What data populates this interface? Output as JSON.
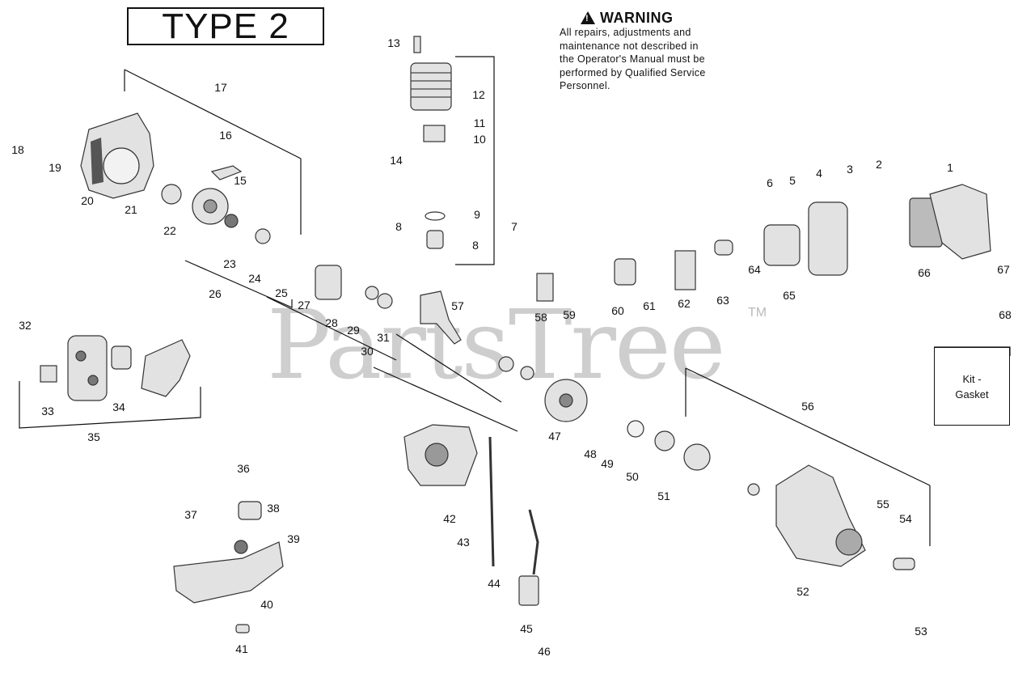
{
  "title": "TYPE 2",
  "warning": {
    "heading": "WARNING",
    "lines": [
      "All repairs, adjustments and",
      "maintenance not described in",
      "the Operator's Manual must be",
      "performed by Qualified Service",
      "Personnel."
    ]
  },
  "kit": {
    "line1": "Kit -",
    "line2": "Gasket"
  },
  "watermark": {
    "text": "PartsTree",
    "mark": "TM"
  },
  "callouts": [
    "1",
    "2",
    "3",
    "4",
    "5",
    "6",
    "7",
    "8",
    "8",
    "9",
    "10",
    "11",
    "12",
    "13",
    "14",
    "15",
    "16",
    "17",
    "18",
    "19",
    "20",
    "21",
    "22",
    "23",
    "24",
    "25",
    "26",
    "27",
    "28",
    "29",
    "30",
    "31",
    "32",
    "33",
    "34",
    "35",
    "36",
    "37",
    "38",
    "39",
    "40",
    "41",
    "42",
    "43",
    "44",
    "45",
    "46",
    "47",
    "48",
    "49",
    "50",
    "51",
    "52",
    "53",
    "54",
    "55",
    "56",
    "57",
    "58",
    "59",
    "60",
    "61",
    "62",
    "63",
    "64",
    "65",
    "66",
    "67",
    "68"
  ],
  "colors": {
    "ink": "#111111",
    "part_fill": "#d9d9d9",
    "part_dark": "#555555",
    "watermark": "#c9c9c9"
  }
}
